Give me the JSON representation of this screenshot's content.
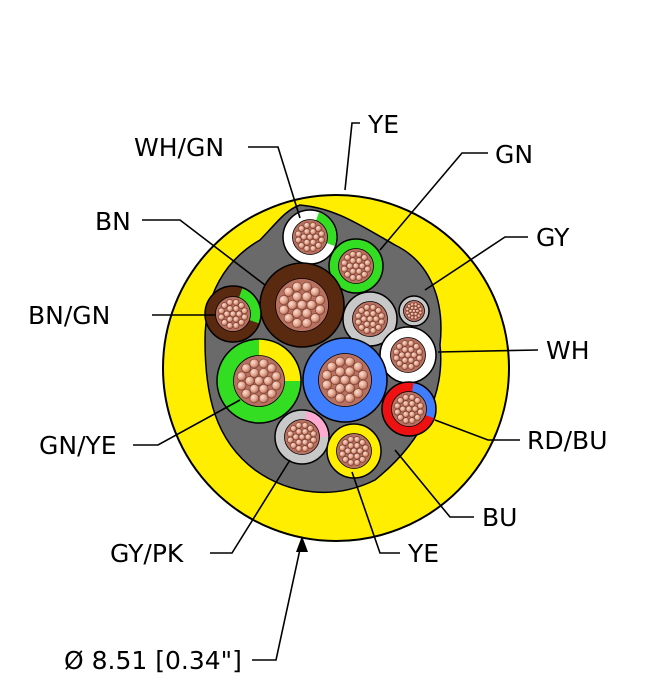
{
  "labels": {
    "ye_top": "YE",
    "wh_gn": "WH/GN",
    "gn": "GN",
    "bn": "BN",
    "gy": "GY",
    "bn_gn": "BN/GN",
    "wh": "WH",
    "gn_ye": "GN/YE",
    "rd_bu": "RD/BU",
    "bu": "BU",
    "gy_pk": "GY/PK",
    "ye_bottom": "YE",
    "diameter": "Ø 8.51 [0.34\"]"
  },
  "colors": {
    "jacket": "#ffee00",
    "copper": "#e0a088",
    "brown": "#5a2a10",
    "green": "#33dd22",
    "white": "#ffffff",
    "gray": "#c8c8c8",
    "blue": "#3f7fff",
    "red": "#ee1111",
    "pink": "#ffaad0",
    "filler": "#6a6a6a"
  }
}
